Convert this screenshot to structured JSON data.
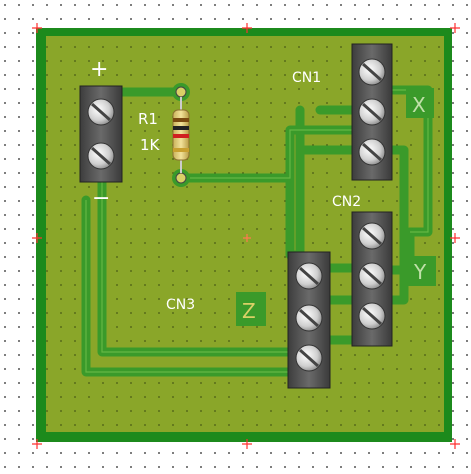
{
  "canvas": {
    "background": "#ffffff",
    "grid_dots": true,
    "origin_marker": true
  },
  "colors": {
    "board_border": "#1c8a1c",
    "board_fill": "#8aa629",
    "copper_trace": "#3a9a2a",
    "trace_highlight": "#6fbf4a",
    "silkscreen": "#ffffff",
    "silk_dim": "#bfe0a8",
    "terminal_body": "#5a5a5a",
    "screw": "#d8d8d8",
    "pad": "#d9d066",
    "marker": "#ff3030"
  },
  "labels": {
    "plus": "+",
    "minus": "−",
    "r1": "R1",
    "r1_value": "1K",
    "cn1": "CN1",
    "cn2": "CN2",
    "cn3": "CN3",
    "x": "X",
    "y": "Y",
    "z": "Z"
  },
  "components": [
    {
      "ref": "battery-terminal",
      "pins": 2
    },
    {
      "ref": "R1",
      "value": "1K",
      "type": "resistor"
    },
    {
      "ref": "CN1",
      "pins": 3
    },
    {
      "ref": "CN2",
      "pins": 3
    },
    {
      "ref": "CN3",
      "pins": 3
    }
  ]
}
